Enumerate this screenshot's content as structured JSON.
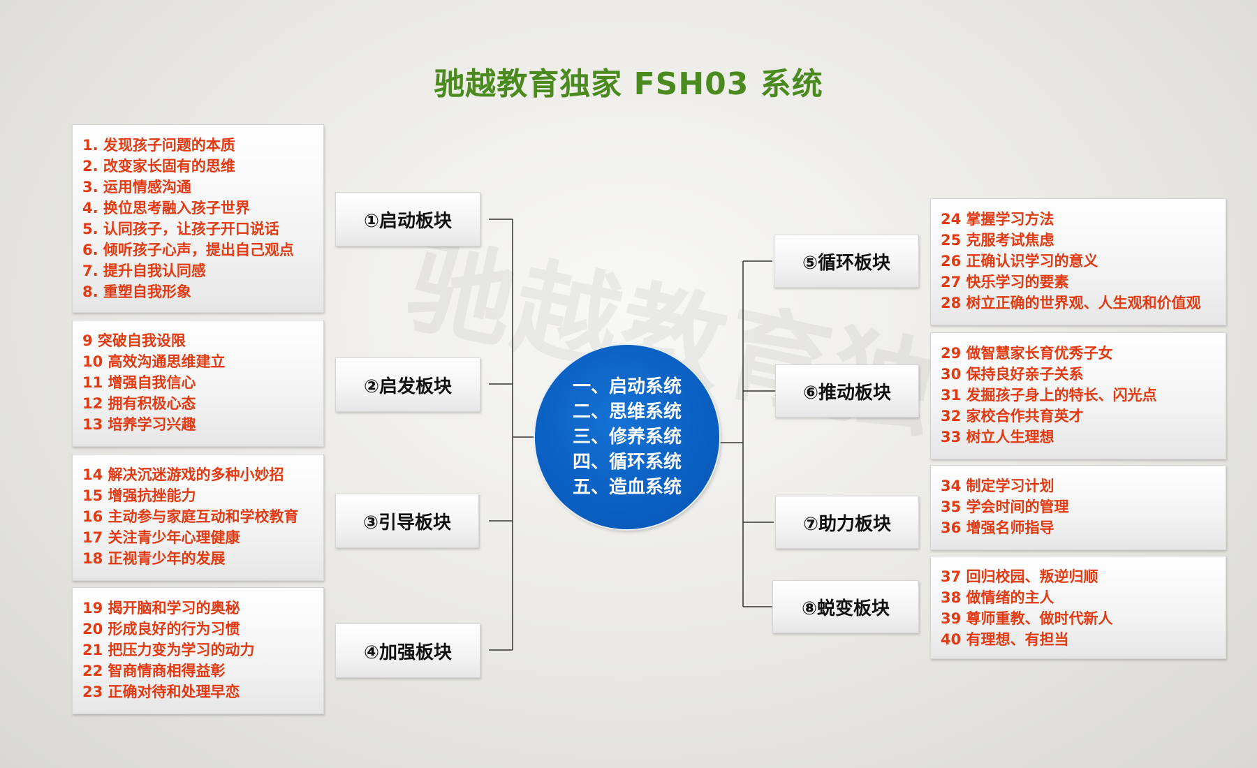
{
  "title": "驰越教育独家 FSH03 系统",
  "watermark": "驰越教育独家",
  "hub": {
    "items": [
      "一、启动系统",
      "二、思维系统",
      "三、修养系统",
      "四、循环系统",
      "五、造血系统"
    ],
    "color": "#0a5fc1"
  },
  "modules_left": [
    {
      "label": "①启动板块",
      "items": [
        "1. 发现孩子问题的本质",
        "2. 改变家长固有的思维",
        "3. 运用情感沟通",
        "4. 换位思考融入孩子世界",
        "5. 认同孩子，让孩子开口说话",
        "6. 倾听孩子心声，提出自己观点",
        "7. 提升自我认同感",
        "8. 重塑自我形象"
      ]
    },
    {
      "label": "②启发板块",
      "items": [
        "9 突破自我设限",
        "10 高效沟通思维建立",
        "11 增强自我信心",
        "12 拥有积极心态",
        "13 培养学习兴趣"
      ]
    },
    {
      "label": "③引导板块",
      "items": [
        "14 解决沉迷游戏的多种小妙招",
        "15 增强抗挫能力",
        "16 主动参与家庭互动和学校教育",
        "17 关注青少年心理健康",
        "18 正视青少年的发展"
      ]
    },
    {
      "label": "④加强板块",
      "items": [
        "19 揭开脑和学习的奥秘",
        "20 形成良好的行为习惯",
        "21 把压力变为学习的动力",
        "22 智商情商相得益彰",
        "23 正确对待和处理早恋"
      ]
    }
  ],
  "modules_right": [
    {
      "label": "⑤循环板块",
      "items": [
        "24 掌握学习方法",
        "25 克服考试焦虑",
        "26 正确认识学习的意义",
        "27 快乐学习的要素",
        "28 树立正确的世界观、人生观和价值观"
      ]
    },
    {
      "label": "⑥推动板块",
      "items": [
        "29 做智慧家长育优秀子女",
        "30 保持良好亲子关系",
        "31 发掘孩子身上的特长、闪光点",
        "32 家校合作共育英才",
        "33 树立人生理想"
      ]
    },
    {
      "label": "⑦助力板块",
      "items": [
        "34 制定学习计划",
        "35 学会时间的管理",
        "36 增强名师指导"
      ]
    },
    {
      "label": "⑧蜕变板块",
      "items": [
        "37 回归校园、叛逆归顺",
        "38 做情绪的主人",
        "39 尊师重教、做时代新人",
        "40 有理想、有担当"
      ]
    }
  ],
  "colors": {
    "title": "#4a8a1e",
    "item_text": "#e23a12",
    "connector": "#333333"
  }
}
